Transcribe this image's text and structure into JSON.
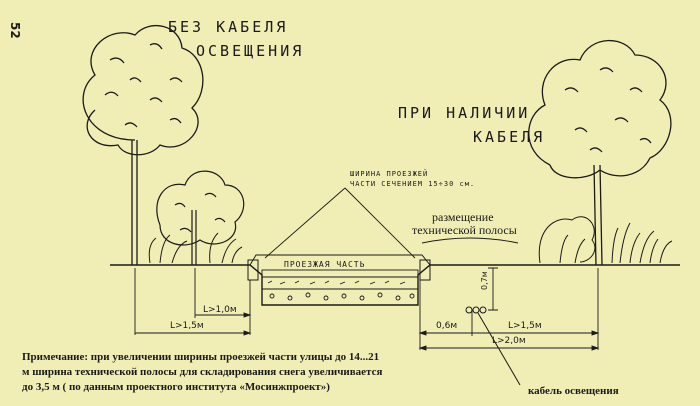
{
  "page_number": "52",
  "labels": {
    "without_cable_line1": "БЕЗ КАБЕЛЯ",
    "without_cable_line2": "ОСВЕЩЕНИЯ",
    "with_cable_line1": "ПРИ НАЛИЧИИ",
    "with_cable_line2": "КАБЕЛЯ",
    "road_width_line1": "ШИРИНА ПРОЕЗЖЕЙ",
    "road_width_line2": "ЧАСТИ СЕЧЕНИЕМ 15÷30 см.",
    "roadway": "ПРОЕЗЖАЯ ЧАСТЬ",
    "strip_line1": "размещение",
    "strip_line2": "технической полосы",
    "cable": "кабель освещения"
  },
  "dimensions": {
    "left_1": "L>1,0м",
    "left_2": "L>1,5м",
    "depth": "0,7м",
    "right_1": "0,6м",
    "right_2": "L>1,5м",
    "right_3": "L>2,0м"
  },
  "note": {
    "line1": "Примечание: при увеличении ширины проезжей части улицы до 14...21",
    "line2": "м ширина технической полосы для складирования снега увеличивается",
    "line3": "до 3,5 м ( по данным проектного института «Мосинжпроект»)"
  }
}
